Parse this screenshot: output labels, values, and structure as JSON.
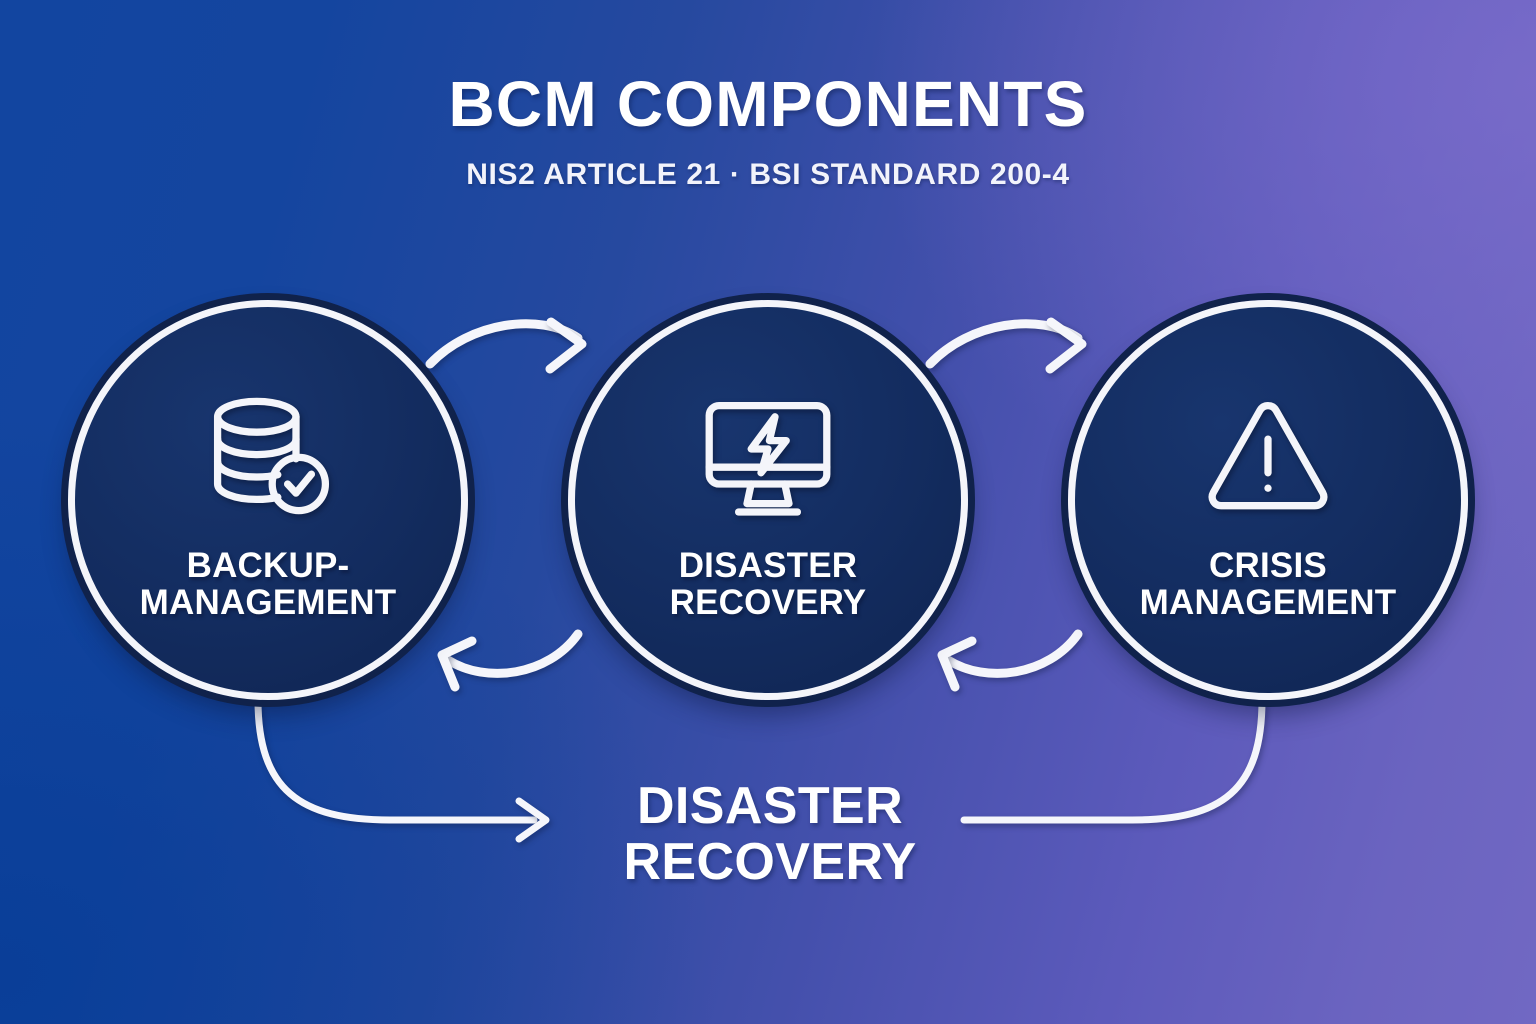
{
  "header": {
    "title": "BCM COMPONENTS",
    "subtitle": "NIS2 ARTICLE 21 · BSI STANDARD 200-4"
  },
  "theme": {
    "background_from": "#1245a0",
    "background_to": "#7168c3",
    "circle_fill": "#132c5f",
    "stroke": "#f4f5fa",
    "text": "#ffffff"
  },
  "nodes": [
    {
      "id": "backup-management",
      "icon": "database-check-icon",
      "label_line1": "BACKUP-",
      "label_line2": "MANAGEMENT"
    },
    {
      "id": "disaster-recovery",
      "icon": "monitor-lightning-icon",
      "label_line1": "DISASTER",
      "label_line2": "RECOVERY"
    },
    {
      "id": "crisis-management",
      "icon": "warning-triangle-icon",
      "label_line1": "CRISIS",
      "label_line2": "MANAGEMENT"
    }
  ],
  "bottom_label": {
    "line1": "DISASTER",
    "line2": "RECOVERY"
  },
  "connectors": [
    {
      "name": "arrow-backup-to-disaster",
      "direction": "right",
      "arrowhead": true
    },
    {
      "name": "arrow-disaster-to-crisis",
      "direction": "right",
      "arrowhead": true
    },
    {
      "name": "arrow-disaster-to-backup",
      "direction": "left",
      "arrowhead": true
    },
    {
      "name": "arrow-crisis-to-disaster",
      "direction": "left",
      "arrowhead": true
    },
    {
      "name": "connector-backup-to-bottom-label",
      "direction": "right",
      "arrowhead": true
    },
    {
      "name": "connector-crisis-to-bottom-label",
      "direction": "left",
      "arrowhead": false
    }
  ]
}
